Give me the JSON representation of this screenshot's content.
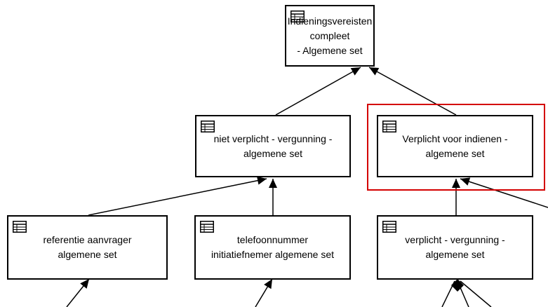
{
  "diagram": {
    "selected_node": "verplicht-voor-indienen",
    "selection_color": "#d40000",
    "line_color": "#000000",
    "nodes": [
      {
        "id": "indieningsvereisten",
        "label": "Indieningsvereisten compleet\n- Algemene set",
        "icon": "table-icon"
      },
      {
        "id": "niet-verplicht",
        "label": "niet verplicht - vergunning -\nalgemene set",
        "icon": "table-icon"
      },
      {
        "id": "verplicht-voor-indienen",
        "label": "Verplicht voor indienen -\nalgemene set",
        "icon": "table-icon"
      },
      {
        "id": "referentie-aanvrager",
        "label": "referentie aanvrager\nalgemene set",
        "icon": "table-icon"
      },
      {
        "id": "telefoonnummer",
        "label": "telefoonnummer\ninitiatiefnemer algemene set",
        "icon": "table-icon"
      },
      {
        "id": "verplicht-vergunning",
        "label": "verplicht - vergunning -\nalgemene set",
        "icon": "table-icon"
      }
    ],
    "edges": [
      {
        "from": "niet-verplicht",
        "to": "indieningsvereisten"
      },
      {
        "from": "verplicht-voor-indienen",
        "to": "indieningsvereisten"
      },
      {
        "from": "referentie-aanvrager",
        "to": "niet-verplicht"
      },
      {
        "from": "telefoonnummer",
        "to": "niet-verplicht"
      },
      {
        "from": "verplicht-vergunning",
        "to": "verplicht-voor-indienen"
      }
    ]
  }
}
